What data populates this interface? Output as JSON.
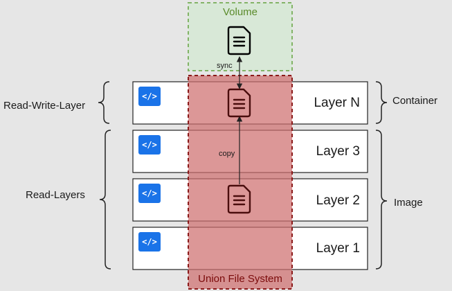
{
  "volume": {
    "label": "Volume",
    "color": "#5a8a2a",
    "fill": "#d5e8d4",
    "border": "#82b366"
  },
  "union_fs": {
    "label": "Union File System",
    "color": "#7a0a0a",
    "fill": "#cf7a7a",
    "border": "#8b1a1a"
  },
  "layers": [
    {
      "name": "Layer N",
      "badge": "</>"
    },
    {
      "name": "Layer 3",
      "badge": "</>"
    },
    {
      "name": "Layer 2",
      "badge": "</>"
    },
    {
      "name": "Layer 1",
      "badge": "</>"
    }
  ],
  "left_labels": {
    "read_write": "Read-Write-Layer",
    "read": "Read-Layers"
  },
  "right_labels": {
    "container": "Container",
    "image": "Image"
  },
  "arrows": {
    "sync": "sync",
    "copy": "copy"
  },
  "icons": [
    "document-icon"
  ]
}
